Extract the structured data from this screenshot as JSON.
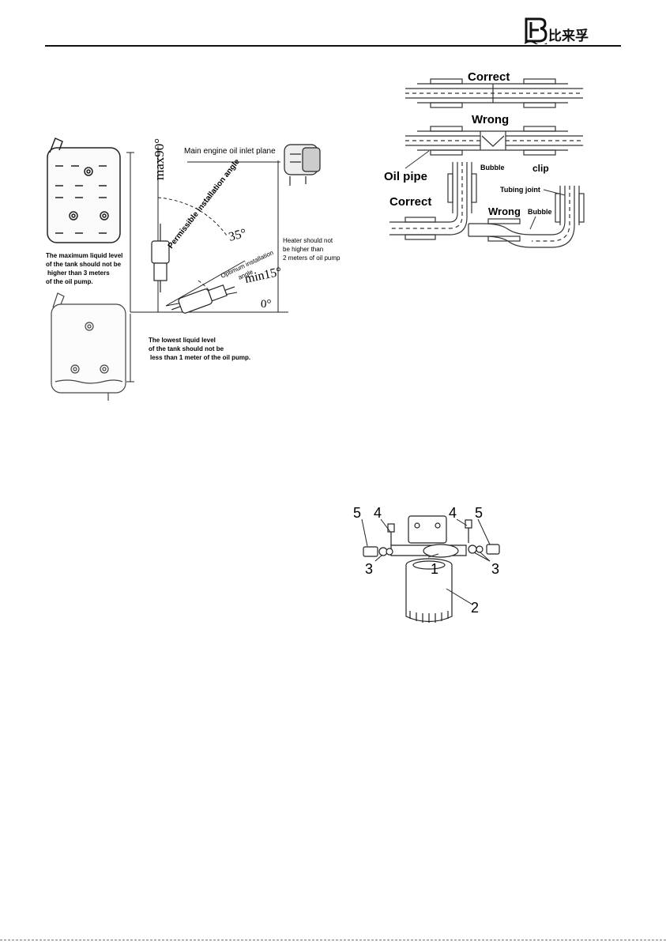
{
  "header": {
    "brand_text": "比来孚",
    "logo_icon": "bf-monogram-icon"
  },
  "fig_install": {
    "max_angle": "max90°",
    "permissible": "Permissible installation angle",
    "angle_35": "35°",
    "optimum_line1": "Optimum installation",
    "optimum_line2": "angle",
    "min_angle": "min15°",
    "zero_angle": "0°",
    "inlet_plane": "Main engine oil inlet plane",
    "heater_note": [
      "Heater should not",
      "be higher than",
      "2 meters of oil pump"
    ],
    "max_level_note": [
      "The maximum liquid level",
      "of the tank should not be",
      "higher than 3 meters",
      "of the oil pump."
    ],
    "low_level_note": [
      "The lowest liquid level",
      "of the tank should not be",
      "less than 1 meter of the oil pump."
    ]
  },
  "fig_pipe": {
    "correct_top": "Correct",
    "wrong_top": "Wrong",
    "bubble_top": "Bubble",
    "clip": "clip",
    "oil_pipe": "Oil pipe",
    "correct_bottom": "Correct",
    "tubing_joint": "Tubing joint",
    "wrong_bottom": "Wrong",
    "bubble_bottom": "Bubble"
  },
  "fig_filter": {
    "label_5_left": "5",
    "label_4_left": "4",
    "label_4_right": "4",
    "label_5_right": "5",
    "label_3_left": "3",
    "label_1": "1",
    "label_3_right": "3",
    "label_2": "2"
  }
}
